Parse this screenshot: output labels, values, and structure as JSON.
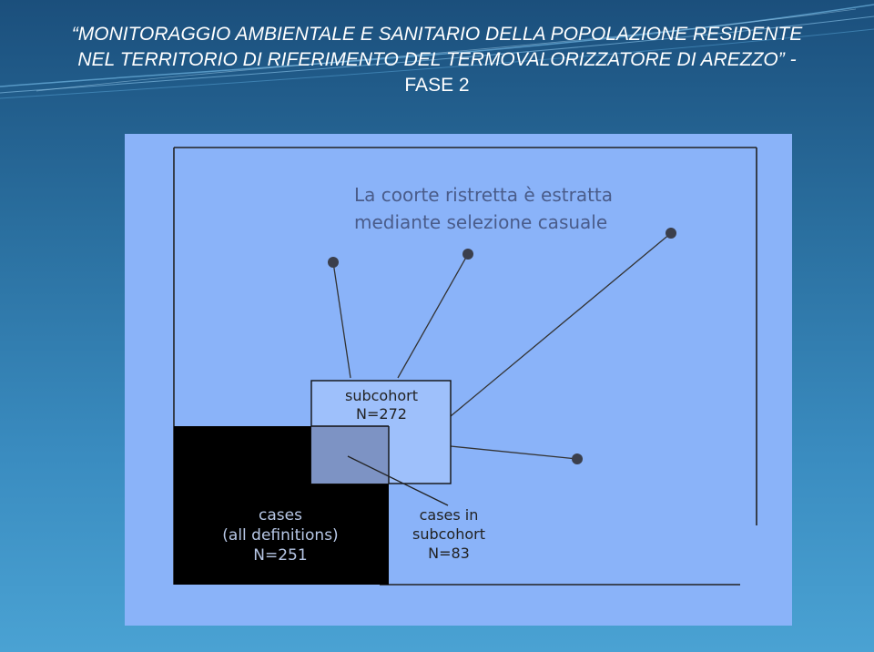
{
  "slide": {
    "title_line1": "“MONITORAGGIO AMBIENTALE E SANITARIO DELLA POPOLAZIONE RESIDENTE",
    "title_line2": "NEL TERRITORIO DI RIFERIMENTO DEL TERMOVALORIZZATORE DI AREZZO” -",
    "title_line3": "FASE 2"
  },
  "diagram": {
    "caption_line1": "La coorte ristretta è estratta",
    "caption_line2": "mediante selezione casuale",
    "subcohort_label": "subcohort",
    "subcohort_n": "N=272",
    "cases_label": "cases",
    "cases_definition": "(all definitions)",
    "cases_n": "N=251",
    "overlap_label": "cases in",
    "overlap_label_2": "subcohort",
    "overlap_n": "N=83"
  },
  "colors": {
    "panel_background": "#8ab3f9",
    "cases_box": "#000000",
    "overlap": "#7d93c4",
    "subcohort_box": "#9ec0fb",
    "title_text": "#ffffff"
  }
}
